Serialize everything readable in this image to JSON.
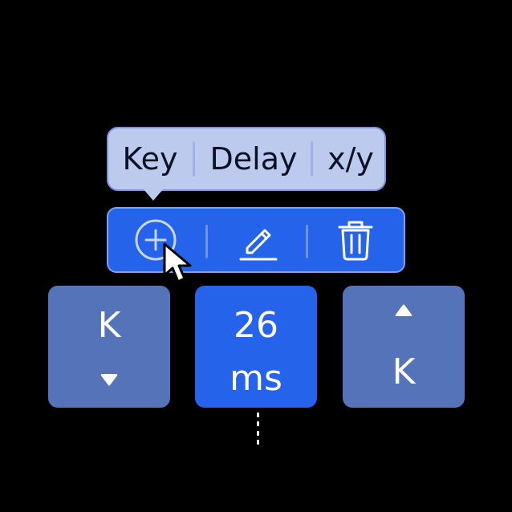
{
  "tooltip": {
    "items": [
      {
        "label": "Key"
      },
      {
        "label": "Delay"
      },
      {
        "label": "x/y"
      }
    ]
  },
  "action_bar": {
    "buttons": [
      {
        "icon": "plus-circle-icon"
      },
      {
        "icon": "pencil-icon"
      },
      {
        "icon": "trash-icon"
      }
    ]
  },
  "keys": [
    {
      "label": "K",
      "arrow": "down-triangle-icon"
    },
    {
      "value": "26",
      "unit": "ms"
    },
    {
      "label": "K",
      "arrow": "up-triangle-icon"
    }
  ],
  "colors": {
    "background": "#000000",
    "tooltip_fill": "#bccaee",
    "tooltip_border": "#7d93df",
    "primary_blue": "#2563eb",
    "muted_blue": "#5473b8",
    "text_dark": "#0b1226",
    "icon_light": "#c8d6f8"
  }
}
